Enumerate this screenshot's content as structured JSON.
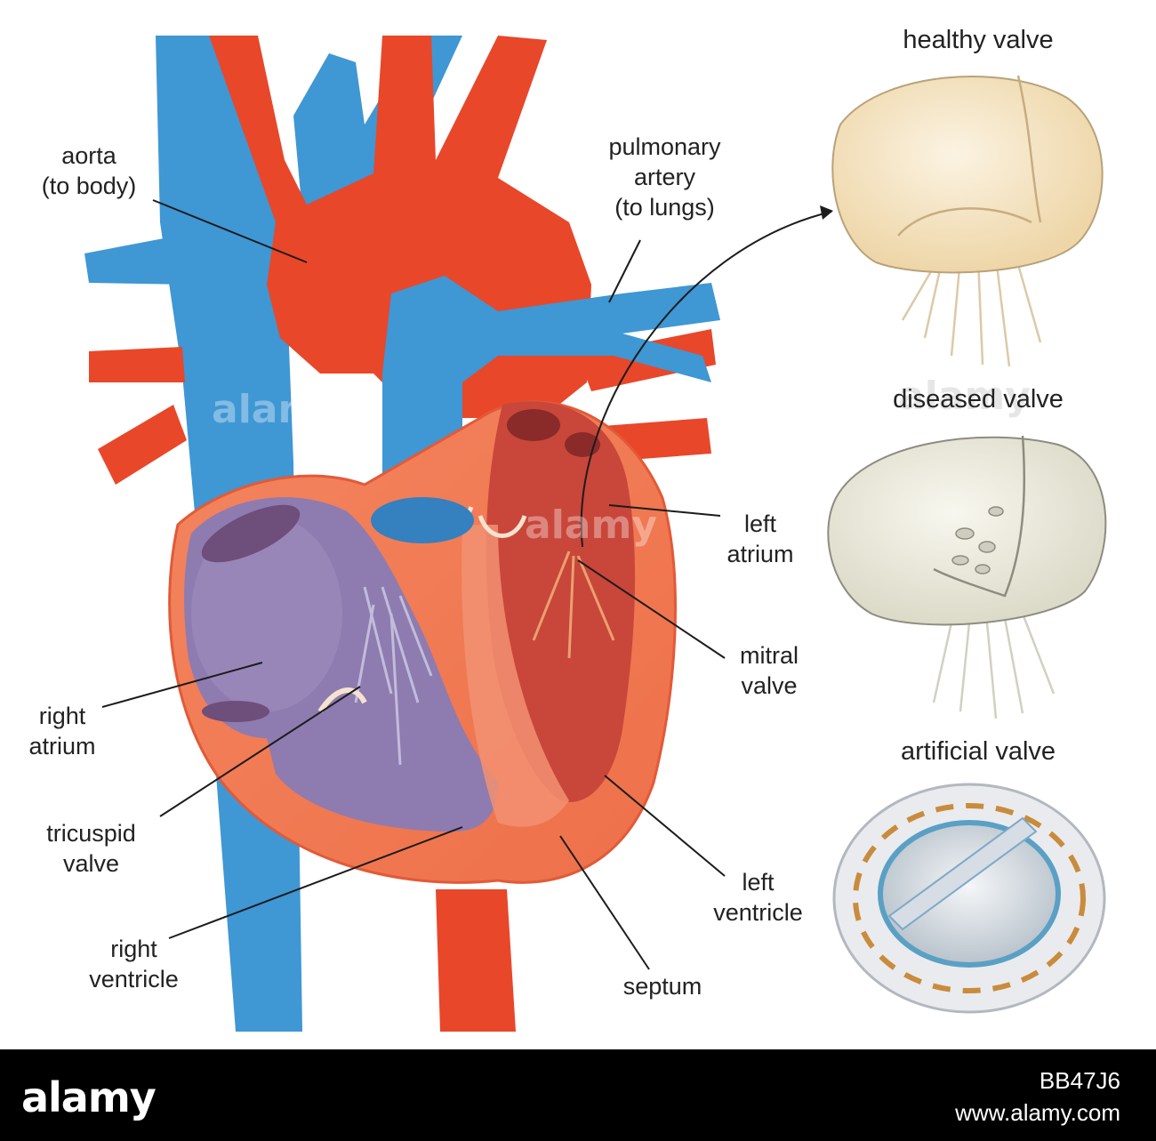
{
  "labels": {
    "aorta": [
      "aorta",
      "(to body)"
    ],
    "pulmonary_artery": [
      "pulmonary",
      "artery",
      "(to lungs)"
    ],
    "left_atrium": [
      "left",
      "atrium"
    ],
    "mitral_valve": [
      "mitral",
      "valve"
    ],
    "right_atrium": [
      "right",
      "atrium"
    ],
    "tricuspid_valve": [
      "tricuspid",
      "valve"
    ],
    "left_ventricle": [
      "left",
      "ventricle"
    ],
    "right_ventricle": [
      "right",
      "ventricle"
    ],
    "septum": [
      "septum"
    ]
  },
  "insets": {
    "healthy": "healthy valve",
    "diseased": "diseased valve",
    "artificial": "artificial valve"
  },
  "footer": {
    "brand": "alamy",
    "image_id": "BB47J6",
    "site": "www.alamy.com"
  },
  "watermark": "alamy",
  "colors": {
    "artery_red": "#e8472a",
    "vein_blue": "#3f97d4",
    "heart_wall": "#ef7a5a",
    "chamber_purple": "#8e7bb0",
    "chamber_red": "#c9463a",
    "valve_cream": "#f3e4c4",
    "footer_bg": "#000000"
  }
}
